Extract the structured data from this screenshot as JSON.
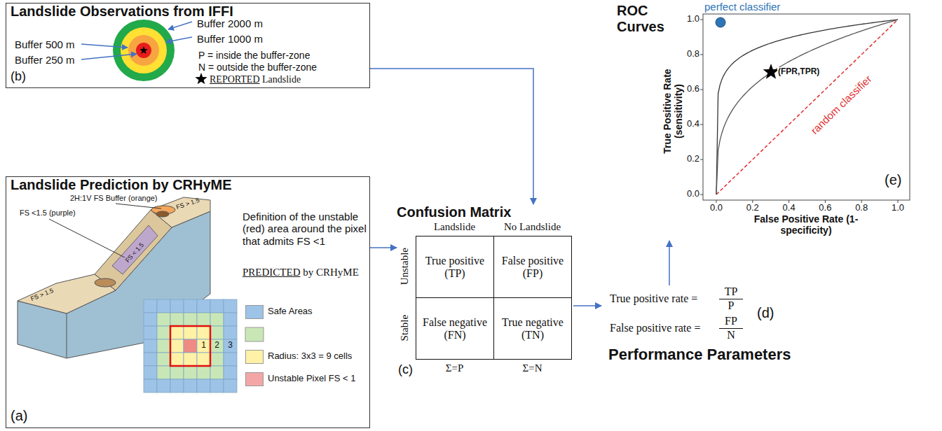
{
  "diagram": {
    "nodes": [
      {
        "text": [
          "Landslide Observations from IFFI",
          "Buffer 2000 m",
          "Buffer 1000 m",
          "Buffer 500 m",
          "Buffer 250 m",
          "P = inside the buffer-zone",
          "N = outside the buffer-zone",
          "REPORTED Landslide",
          "(b)"
        ]
      },
      {
        "text": [
          "Landslide Prediction by CRHyME",
          "Definition of the unstable (red) area around the pixel that admits FS <1",
          "PREDICTED by CRHyME",
          "(a)"
        ]
      },
      {
        "text": [
          "Confusion Matrix",
          "Landslide",
          "No Landslide",
          "Unstable",
          "Stable",
          "Σ=P",
          "Σ=N",
          "(c)"
        ]
      },
      {
        "text": [
          "True positive (TP)"
        ],
        "in": 2
      },
      {
        "text": [
          "False positive (FP)"
        ],
        "in": 2
      },
      {
        "text": [
          "False negative (FN)"
        ],
        "in": 2
      },
      {
        "text": [
          "True negative (TN)"
        ],
        "in": 2
      },
      {
        "text": [
          "True positive rate =",
          "TP",
          "P",
          "False positive rate =",
          "FP",
          "N",
          "(d)",
          "Performance Parameters"
        ]
      },
      {
        "text": [
          "ROC Curves",
          "perfect classifier",
          "True Positive Rate (sensitivity)",
          "1.0",
          "0.8",
          "0.6",
          "0.4",
          "0.2",
          "0.0",
          "0.0",
          "0.2",
          "0.4",
          "0.6",
          "0.8",
          "1.0",
          "False Positive Rate (1-specificity)",
          "random classifier",
          "(FPR,TPR)",
          "(e)"
        ]
      }
    ],
    "edges": [
      {
        "from": 0,
        "to": 2,
        "arrow": "to"
      },
      {
        "from": 1,
        "to": 2,
        "arrow": "to"
      },
      {
        "from": 2,
        "to": 7,
        "arrow": "to"
      },
      {
        "from": 7,
        "to": 8,
        "arrow": "to"
      }
    ],
    "labels": [
      "2H:1V FS Buffer (orange)",
      "FS <1.5 (purple)",
      "FS > 1.5",
      "FS < 1.5",
      "FS > 1.5",
      "1",
      "2",
      "3"
    ],
    "legend": [
      {
        "text": "Safe Areas",
        "color": "#9dc3e6"
      },
      {
        "text": "Radius: 3x3 = 9 cells",
        "color": "#fff2a6"
      },
      {
        "text": "Unstable Pixel FS < 1",
        "color": "#f4a6a6"
      }
    ]
  }
}
